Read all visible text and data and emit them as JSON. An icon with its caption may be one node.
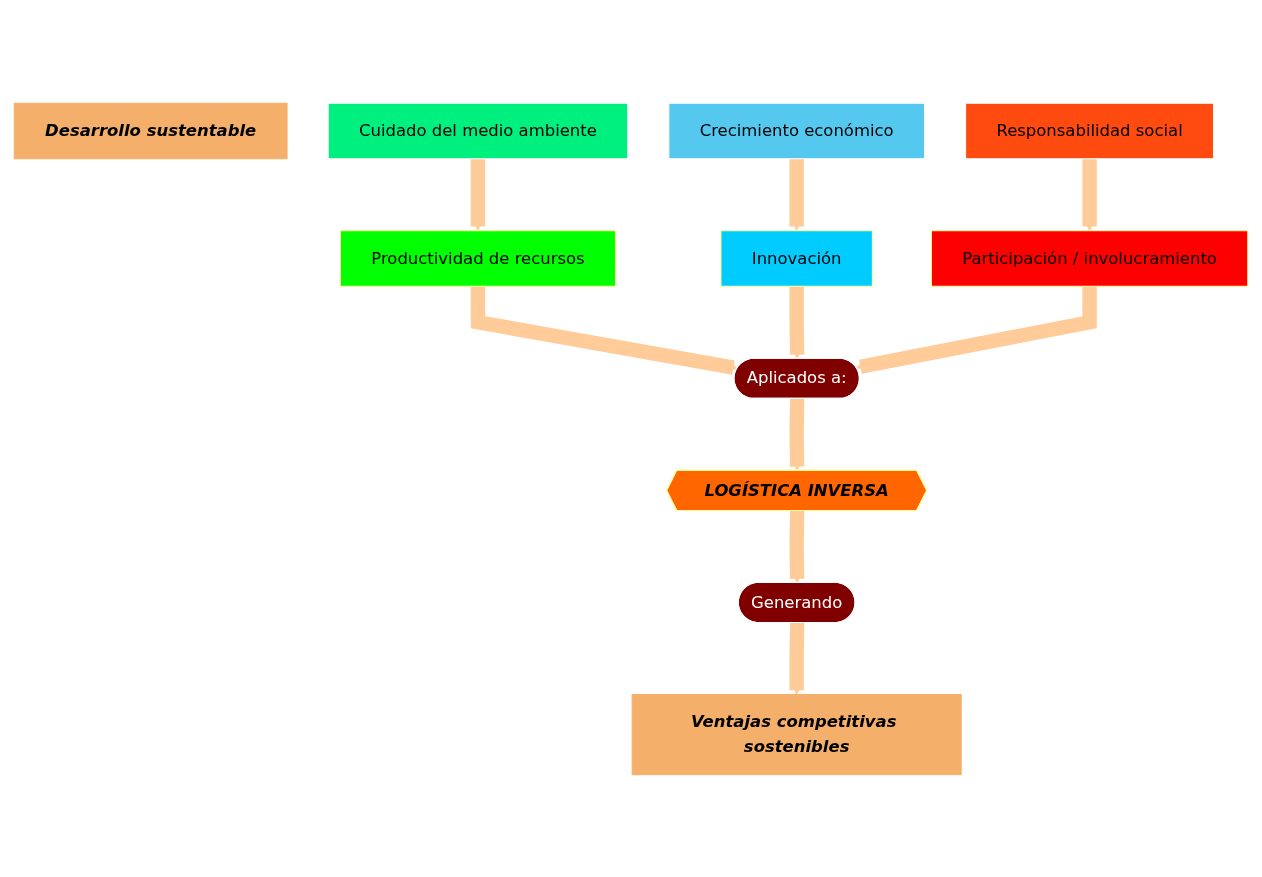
{
  "diagram": {
    "nodes": [
      {
        "text": [
          "Desarrollo sustentable"
        ]
      },
      {
        "text": [
          "Cuidado del medio ambiente"
        ]
      },
      {
        "text": [
          "Crecimiento económico"
        ]
      },
      {
        "text": [
          "Responsabilidad social"
        ]
      },
      {
        "text": [
          "Productividad de recursos"
        ]
      },
      {
        "text": [
          "Innovación"
        ]
      },
      {
        "text": [
          "Participación / involucramiento"
        ]
      },
      {
        "text": [
          "Aplicados a:"
        ]
      },
      {
        "text": [
          "LOGÍSTICA INVERSA"
        ]
      },
      {
        "text": [
          "Generando"
        ]
      },
      {
        "text": [
          "Ventajas competitivas sostenibles"
        ]
      }
    ],
    "edges": [
      {
        "from": 1,
        "to": 4,
        "arrow": "to"
      },
      {
        "from": 2,
        "to": 5,
        "arrow": "to"
      },
      {
        "from": 3,
        "to": 6,
        "arrow": "to"
      },
      {
        "from": 4,
        "to": 7,
        "arrow": "to"
      },
      {
        "from": 5,
        "to": 7,
        "arrow": "to"
      },
      {
        "from": 6,
        "to": 7,
        "arrow": "to"
      },
      {
        "from": 7,
        "to": 8,
        "arrow": "to"
      },
      {
        "from": 8,
        "to": 9,
        "arrow": "to"
      },
      {
        "from": 9,
        "to": 10,
        "arrow": "to"
      }
    ]
  }
}
